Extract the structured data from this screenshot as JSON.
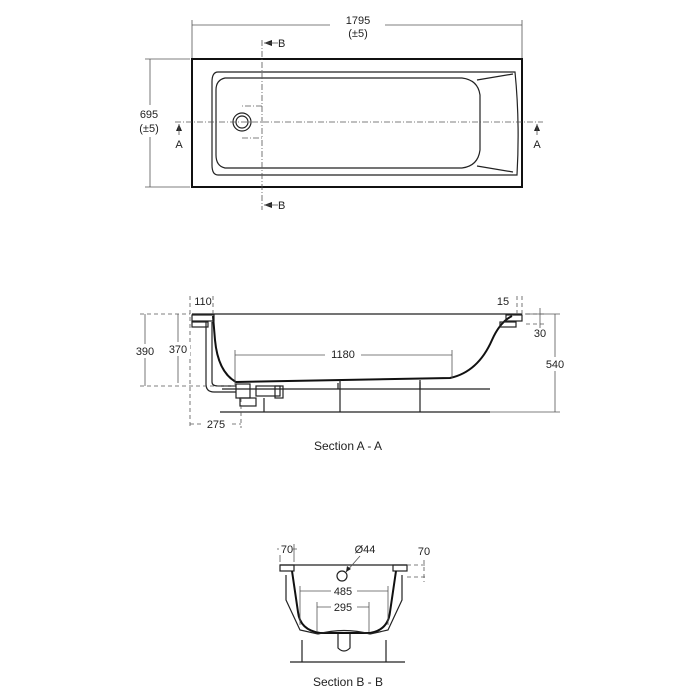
{
  "plan_view": {
    "length": "1795",
    "length_tol": "(±5)",
    "width": "695",
    "width_tol": "(±5)",
    "section_a_marker": "A",
    "section_b_marker": "B"
  },
  "section_a": {
    "title": "Section A - A",
    "dim_rim_left": "110",
    "dim_rim_right": "15",
    "dim_rim_thickness": "30",
    "dim_depth_outer": "390",
    "dim_depth_inner": "370",
    "dim_floor_length": "1180",
    "dim_total_height": "540",
    "dim_waste_offset": "275"
  },
  "section_b": {
    "title": "Section B - B",
    "dim_rim_left": "70",
    "dim_waste_diameter": "Ø44",
    "dim_overflow_height": "70",
    "dim_width_upper": "485",
    "dim_width_floor": "295"
  }
}
